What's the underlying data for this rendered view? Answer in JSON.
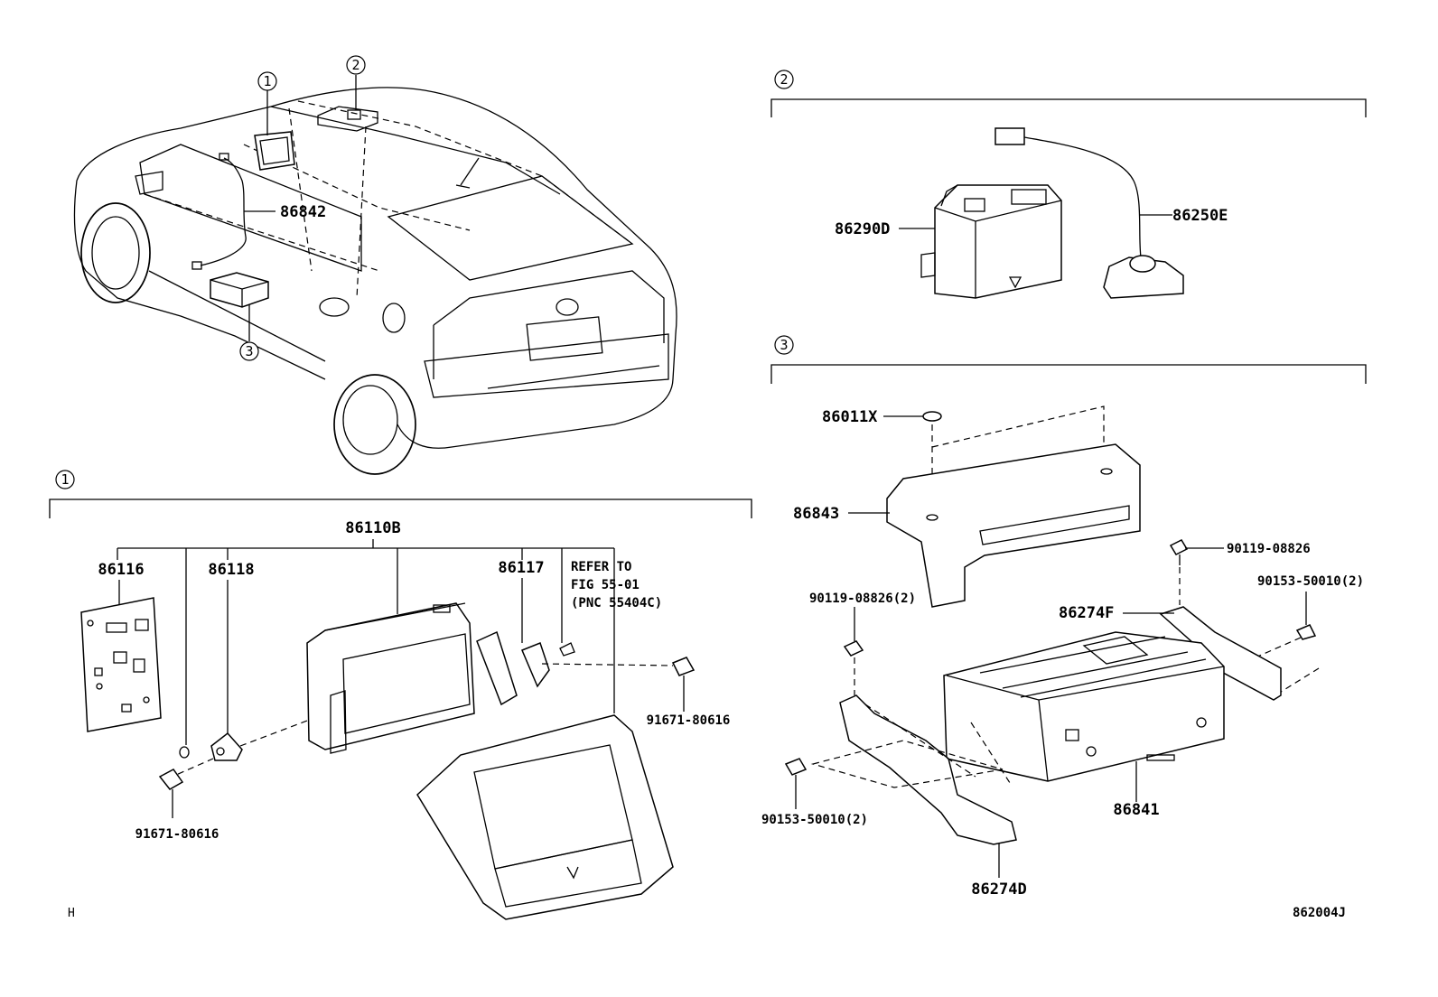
{
  "diagram_code": "862004J",
  "corner_mark": "H",
  "callouts": {
    "c1": "1",
    "c2": "2",
    "c3": "3"
  },
  "overview": {
    "parts": {
      "wire": "86842"
    }
  },
  "section1": {
    "parts": {
      "assy": "86110B",
      "board": "86116",
      "bracket_left": "86118",
      "bracket_right": "86117",
      "screw_right": "91671-80616",
      "screw_left": "91671-80616"
    },
    "refer_note": [
      "REFER TO",
      "FIG 55-01",
      "(PNC 55404C)"
    ]
  },
  "section2": {
    "parts": {
      "amplifier": "86290D",
      "antenna": "86250E"
    }
  },
  "section3": {
    "parts": {
      "clip": "86011X",
      "cover": "86843",
      "bolt_top": "90119-08826",
      "bolt_right": "90153-50010(2)",
      "bolt_left_top": "90119-08826(2)",
      "bracket_f": "86274F",
      "bolt_left": "90153-50010(2)",
      "receiver": "86841",
      "bracket_d": "86274D"
    }
  }
}
